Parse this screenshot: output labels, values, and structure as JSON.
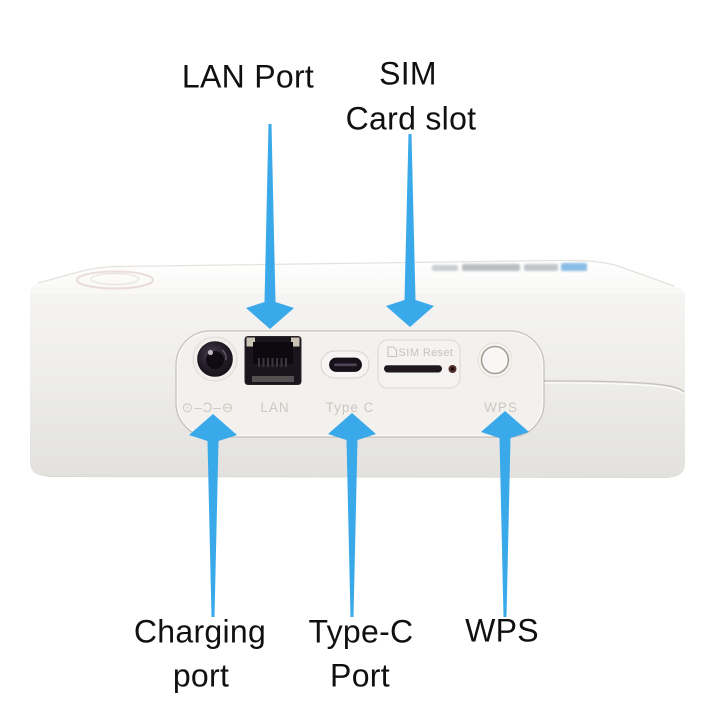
{
  "figure": {
    "type": "annotated-hardware-diagram",
    "accent_arrow_color": "#3aa9ea",
    "label_text_color": "#101010",
    "background_color": "#ffffff"
  },
  "callout_labels": {
    "lan_port": "LAN Port",
    "sim_line1": "SIM",
    "sim_line2": "Card slot",
    "charging_line1": "Charging",
    "charging_line2": "port",
    "type_c_line1": "Type-C",
    "type_c_line2": "Port",
    "wps": "WPS"
  },
  "device": {
    "engravings": {
      "dc_symbol": "⊙–Ɔ–⊖",
      "lan": "LAN",
      "type_c": "Type C",
      "sim": "SIM",
      "reset": "Reset",
      "wps": "WPS"
    },
    "physical_elements": [
      "dc-charging-jack",
      "rj45-lan-port",
      "usb-type-c-port",
      "sim-card-slot",
      "reset-pinhole",
      "wps-button"
    ]
  }
}
